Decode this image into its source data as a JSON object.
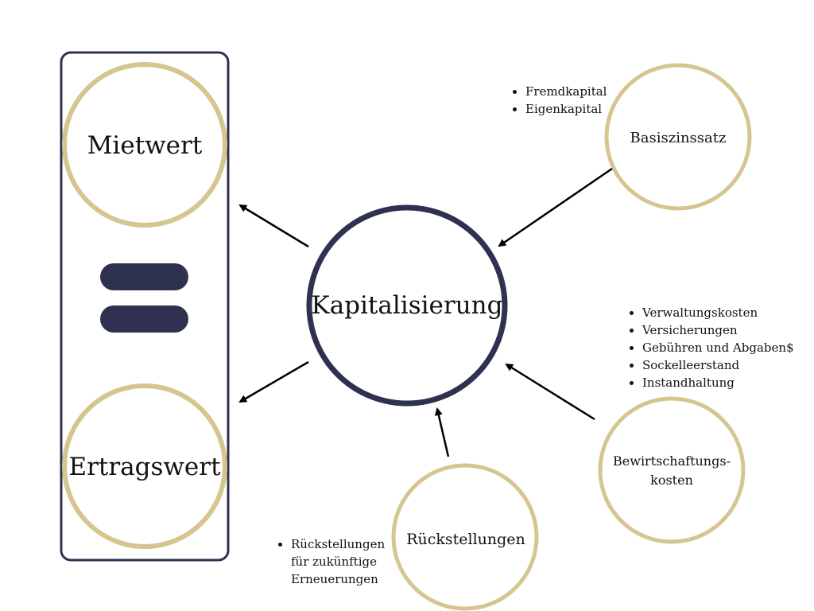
{
  "colors": {
    "navy": "#2f3150",
    "gold": "#d5c690",
    "arrow": "#000000"
  },
  "labels": {
    "mietwert": "Mietwert",
    "ertragswert": "Ertragswert",
    "kapitalisierung": "Kapitalisierung",
    "basiszinssatz": "Basiszinssatz",
    "bewirtschaftungskosten_line1": "Bewirtschaftungs-",
    "bewirtschaftungskosten_line2": "kosten",
    "rueckstellungen": "Rückstellungen"
  },
  "lists": {
    "basiszinssatz": [
      "Fremdkapital",
      "Eigenkapital"
    ],
    "bewirtschaftungskosten": [
      "Verwaltungskosten",
      "Versicherungen",
      "Gebühren und Abgaben$",
      "Sockelleerstand",
      "Instandhaltung"
    ],
    "rueckstellungen": [
      "Rückstellungen für zukünftige Erneuerungen"
    ]
  },
  "equals_icon": "equals-sign"
}
